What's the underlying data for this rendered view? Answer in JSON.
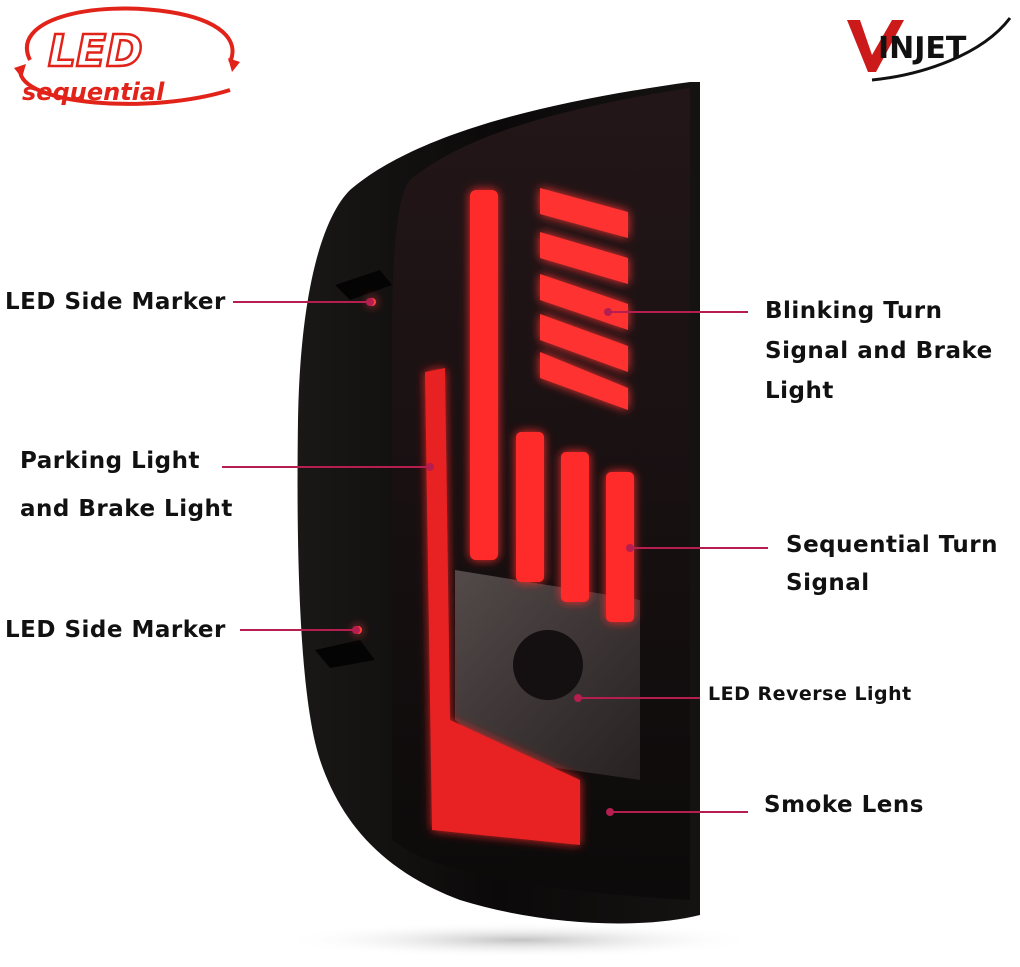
{
  "logo": {
    "led_text": "LED",
    "sequential_text": "sequential",
    "color": "#e2231a"
  },
  "brand": {
    "name": "VINJET",
    "v_color": "#cc1a1a",
    "text_color": "#111111"
  },
  "callouts": {
    "side_marker_top": "LED Side Marker",
    "blinking_line1": "Blinking Turn",
    "blinking_line2": "Signal and Brake",
    "blinking_line3": "Light",
    "parking_line1": "Parking Light",
    "parking_line2": "and Brake Light",
    "sequential_line1": "Sequential Turn",
    "sequential_line2": "Signal",
    "side_marker_bottom": "LED Side Marker",
    "reverse": "LED Reverse Light",
    "smoke": "Smoke Lens"
  },
  "colors": {
    "leader_line": "#b51e4f",
    "lamp_red": "#ff2a2a",
    "housing": "#0d0b0b"
  }
}
